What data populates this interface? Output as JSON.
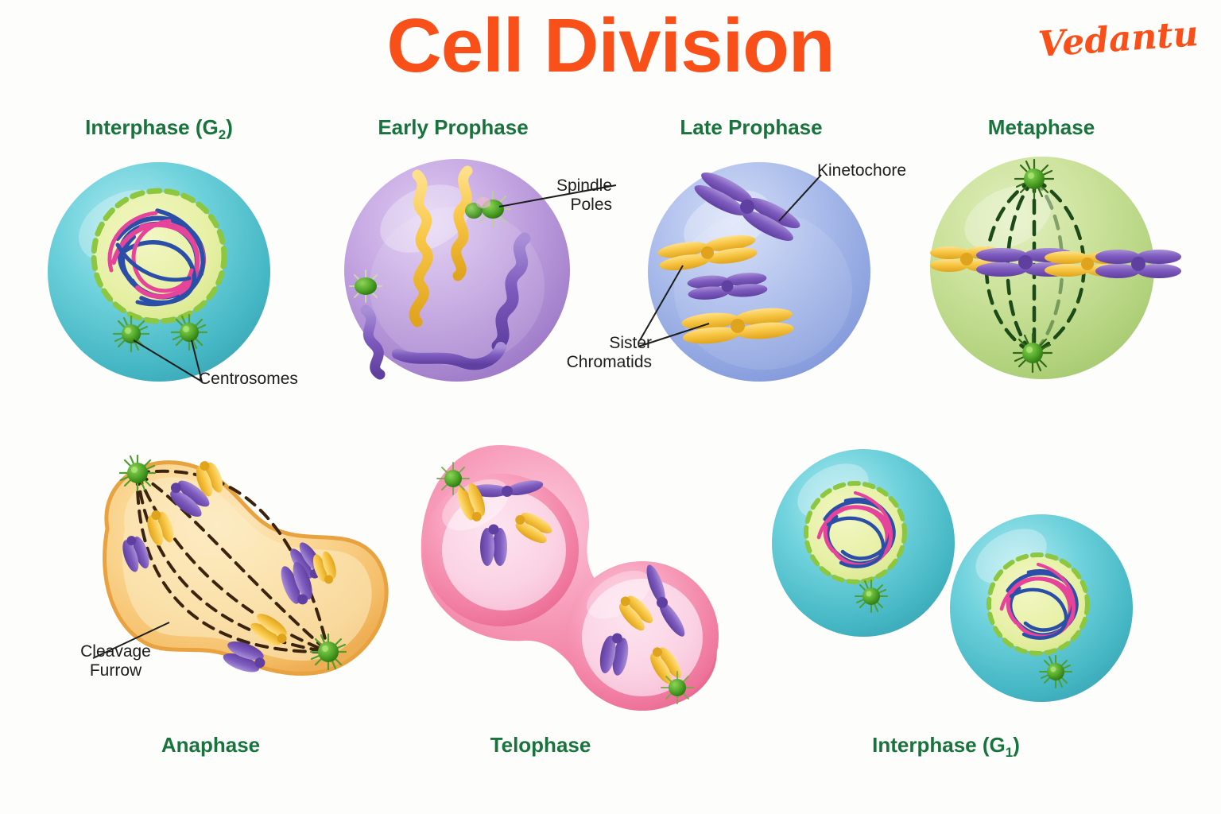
{
  "header": {
    "title": "Cell Division",
    "logo": "Vedantu",
    "title_color": "#f9501a"
  },
  "palette": {
    "label_green": "#18743c",
    "callout_black": "#1d1d1d",
    "chromosome_purple": "#7e5cbf",
    "chromosome_yellow": "#f5c442",
    "centrosome_green": "#3f9a25",
    "chromatin_blue": "#2b4fa8",
    "chromatin_pink": "#e5449a",
    "nucleus_yellow": "#e9f0a8",
    "nuclear_membrane_green": "#8dc63f"
  },
  "stages": [
    {
      "id": "interphase-g2",
      "label": "Interphase (G",
      "label_sub": "2",
      "label_tail": ")",
      "cell_color": "#5cc6d0",
      "row": 1
    },
    {
      "id": "early-prophase",
      "label": "Early Prophase",
      "cell_color": "#b79ad8",
      "row": 1
    },
    {
      "id": "late-prophase",
      "label": "Late Prophase",
      "cell_color": "#9aaee4",
      "row": 1
    },
    {
      "id": "metaphase",
      "label": "Metaphase",
      "cell_color": "#c2d98b",
      "row": 1
    },
    {
      "id": "anaphase",
      "label": "Anaphase",
      "cell_color": "#f7c977",
      "row": 2
    },
    {
      "id": "telophase",
      "label": "Telophase",
      "cell_color": "#f386a8",
      "row": 2
    },
    {
      "id": "interphase-g1",
      "label": "Interphase (G",
      "label_sub": "1",
      "label_tail": ")",
      "cell_color": "#5cc6d0",
      "row": 2
    }
  ],
  "callouts": {
    "centrosomes": "Centrosomes",
    "spindle_poles_l1": "Spindle",
    "spindle_poles_l2": "Poles",
    "kinetochore": "Kinetochore",
    "sister_l1": "Sister",
    "sister_l2": "Chromatids",
    "cleavage_l1": "Cleavage",
    "cleavage_l2": "Furrow"
  }
}
